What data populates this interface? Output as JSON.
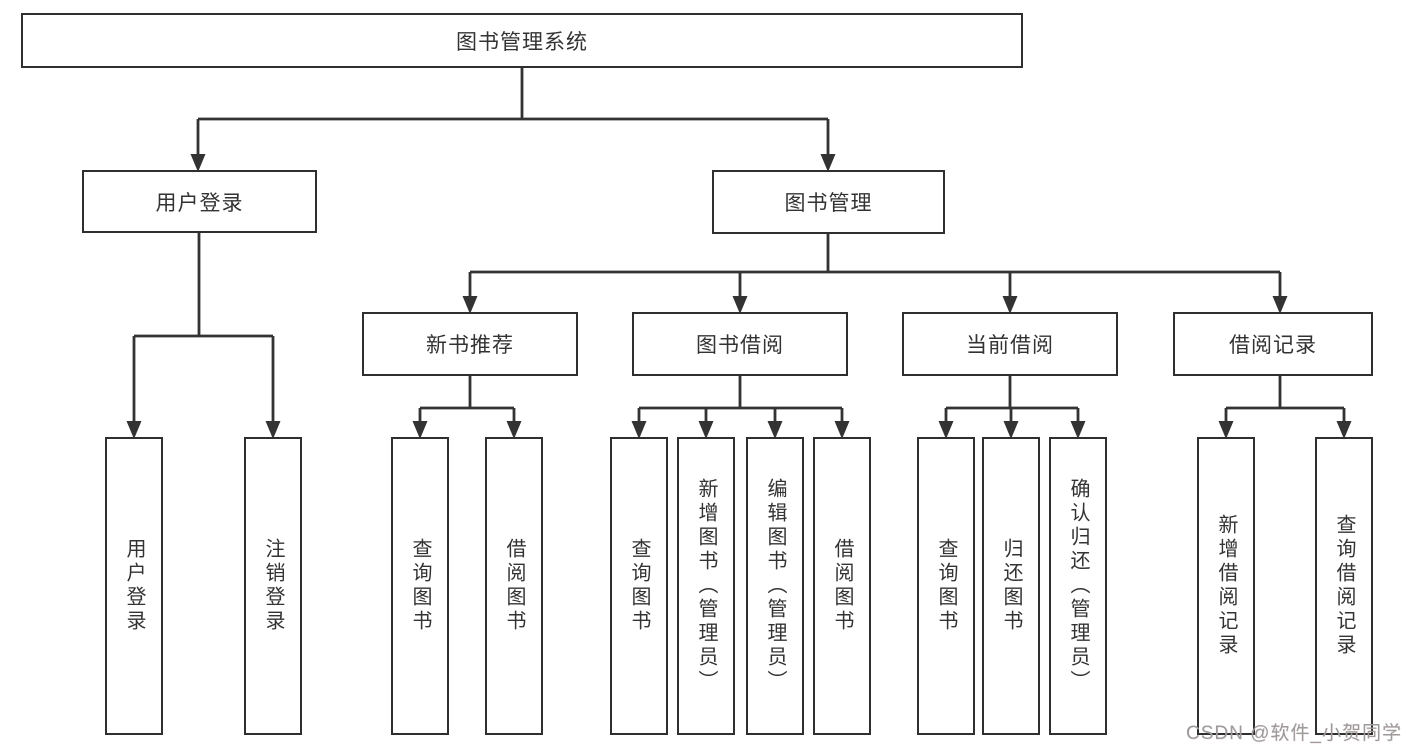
{
  "diagram": {
    "title": "图书管理系统",
    "watermark": "CSDN @软件_小贺同学",
    "colors": {
      "line": "#333333",
      "box_border": "#2f2f2f",
      "text": "#333333",
      "watermark": "#9b9b9b",
      "background": "#ffffff"
    },
    "nodes": {
      "root": {
        "label": "图书管理系统",
        "level": 1
      },
      "user_login": {
        "label": "用户登录",
        "level": 2
      },
      "book_mgmt": {
        "label": "图书管理",
        "level": 2
      },
      "new_book_rec": {
        "label": "新书推荐",
        "level": 3
      },
      "book_borrow": {
        "label": "图书借阅",
        "level": 3
      },
      "current_borrow": {
        "label": "当前借阅",
        "level": 3
      },
      "borrow_records": {
        "label": "借阅记录",
        "level": 3
      },
      "leaf_user_login": {
        "label": "用户登录",
        "level": 4
      },
      "leaf_logout": {
        "label": "注销登录",
        "level": 4
      },
      "leaf_rec_query": {
        "label": "查询图书",
        "level": 4
      },
      "leaf_rec_borrow": {
        "label": "借阅图书",
        "level": 4
      },
      "leaf_bb_query": {
        "label": "查询图书",
        "level": 4
      },
      "leaf_bb_add": {
        "label": "新增图书（管理员）",
        "level": 4
      },
      "leaf_bb_edit": {
        "label": "编辑图书（管理员）",
        "level": 4
      },
      "leaf_bb_borrow": {
        "label": "借阅图书",
        "level": 4
      },
      "leaf_cb_query": {
        "label": "查询图书",
        "level": 4
      },
      "leaf_cb_return": {
        "label": "归还图书",
        "level": 4
      },
      "leaf_cb_confirm": {
        "label": "确认归还（管理员）",
        "level": 4
      },
      "leaf_br_add": {
        "label": "新增借阅记录",
        "level": 4
      },
      "leaf_br_query": {
        "label": "查询借阅记录",
        "level": 4
      }
    },
    "edges": [
      {
        "parent": "root",
        "children": [
          "user_login",
          "book_mgmt"
        ]
      },
      {
        "parent": "user_login",
        "children": [
          "leaf_user_login",
          "leaf_logout"
        ]
      },
      {
        "parent": "book_mgmt",
        "children": [
          "new_book_rec",
          "book_borrow",
          "current_borrow",
          "borrow_records"
        ]
      },
      {
        "parent": "new_book_rec",
        "children": [
          "leaf_rec_query",
          "leaf_rec_borrow"
        ]
      },
      {
        "parent": "book_borrow",
        "children": [
          "leaf_bb_query",
          "leaf_bb_add",
          "leaf_bb_edit",
          "leaf_bb_borrow"
        ]
      },
      {
        "parent": "current_borrow",
        "children": [
          "leaf_cb_query",
          "leaf_cb_return",
          "leaf_cb_confirm"
        ]
      },
      {
        "parent": "borrow_records",
        "children": [
          "leaf_br_add",
          "leaf_br_query"
        ]
      }
    ]
  }
}
